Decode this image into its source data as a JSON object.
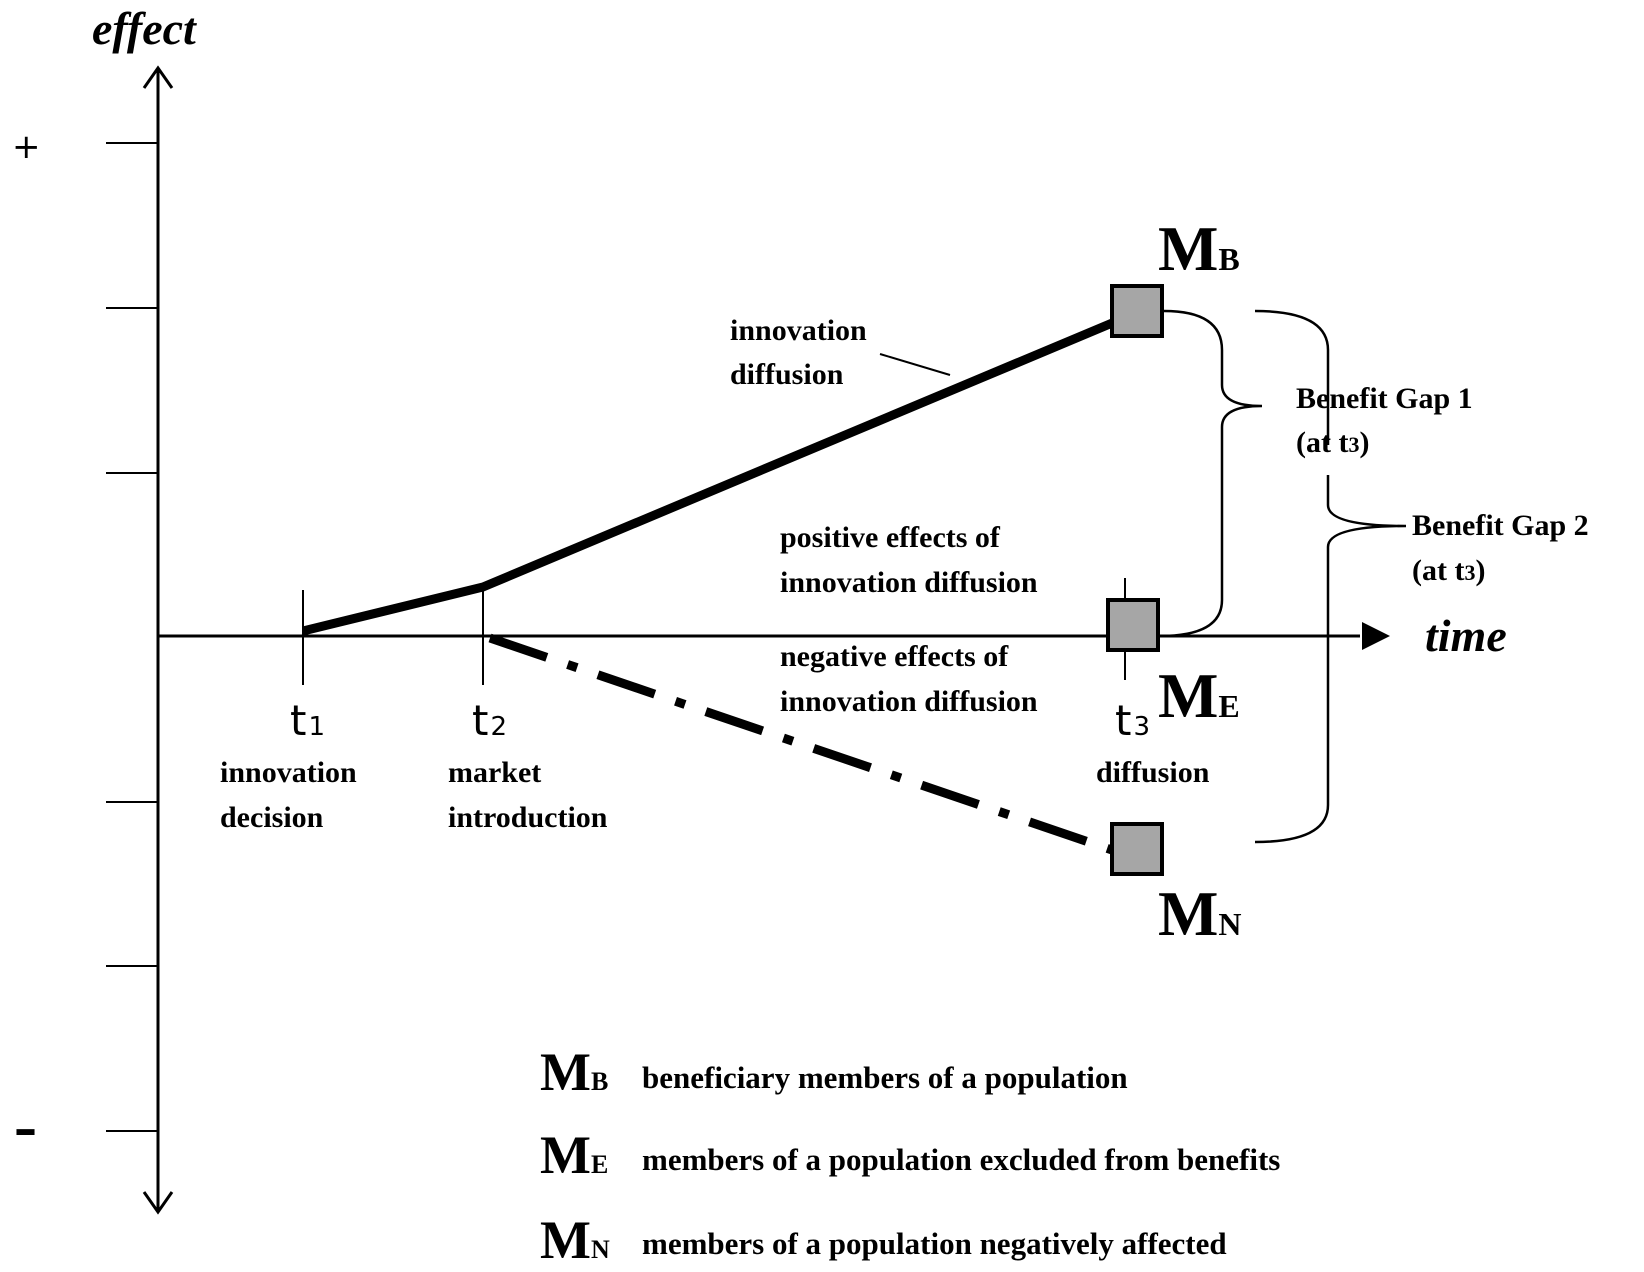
{
  "axes": {
    "y_label": "effect",
    "x_label": "time",
    "plus_sign": "+",
    "minus_sign": "–"
  },
  "time_points": [
    {
      "main": "t",
      "sub": "1",
      "caption_1": "innovation",
      "caption_2": "decision"
    },
    {
      "main": "t",
      "sub": "2",
      "caption_1": "market",
      "caption_2": "introduction"
    },
    {
      "main": "t",
      "sub": "3",
      "caption_1": "diffusion",
      "caption_2": ""
    }
  ],
  "groups": {
    "beneficiary": {
      "main": "M",
      "sub": "B"
    },
    "excluded": {
      "main": "M",
      "sub": "E"
    },
    "negative": {
      "main": "M",
      "sub": "N"
    }
  },
  "annotations": {
    "innovation_diffusion_1": "innovation",
    "innovation_diffusion_2": "diffusion",
    "positive_1": "positive effects of",
    "positive_2": "innovation diffusion",
    "negative_1": "negative effects of",
    "negative_2": "innovation diffusion"
  },
  "gaps": {
    "gap1_label": "Benefit Gap 1",
    "gap1_at": "(at t",
    "gap1_sub": "3",
    "gap1_close": ")",
    "gap2_label": "Benefit Gap 2",
    "gap2_at": "(at t",
    "gap2_sub": "3",
    "gap2_close": ")"
  },
  "legend": [
    {
      "main": "M",
      "sub": "B",
      "text": "beneficiary members of a population"
    },
    {
      "main": "M",
      "sub": "E",
      "text": "members of a population excluded from benefits"
    },
    {
      "main": "M",
      "sub": "N",
      "text": "members of a population negatively affected"
    }
  ],
  "colors": {
    "stroke": "#000000",
    "marker_fill": "#a6a6a6",
    "background": "#ffffff"
  }
}
